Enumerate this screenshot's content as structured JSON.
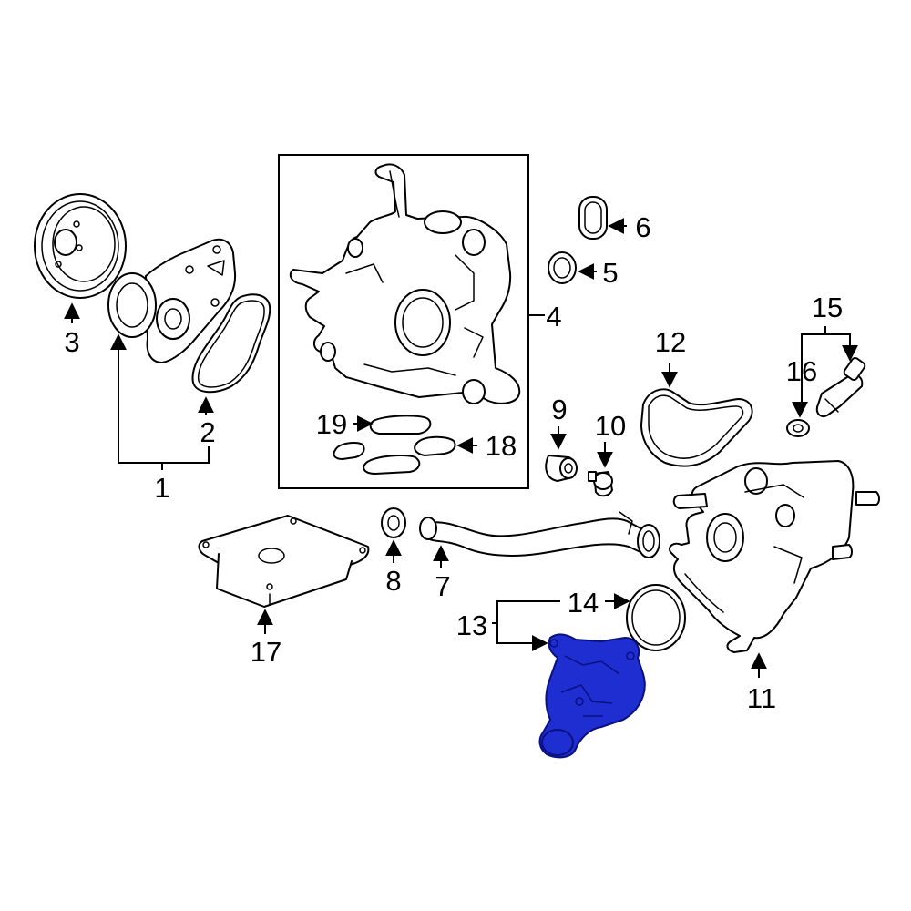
{
  "diagram": {
    "highlight_color": "#1e2ed1",
    "callouts": {
      "c1": "1",
      "c2": "2",
      "c3": "3",
      "c4": "4",
      "c5": "5",
      "c6": "6",
      "c7": "7",
      "c8": "8",
      "c9": "9",
      "c10": "10",
      "c11": "11",
      "c12": "12",
      "c13": "13",
      "c14": "14",
      "c15": "15",
      "c16": "16",
      "c17": "17",
      "c18": "18",
      "c19": "19"
    }
  }
}
